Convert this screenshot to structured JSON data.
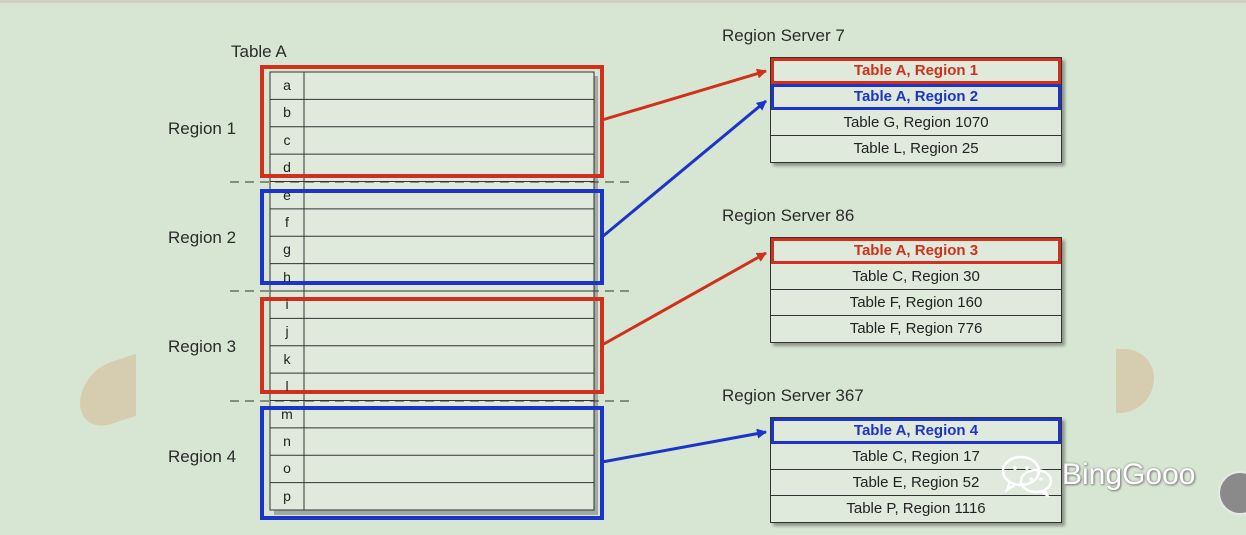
{
  "table": {
    "title": "Table A",
    "rows": [
      "a",
      "b",
      "c",
      "d",
      "e",
      "f",
      "g",
      "h",
      "i",
      "j",
      "k",
      "l",
      "m",
      "n",
      "o",
      "p"
    ]
  },
  "regions": [
    {
      "label": "Region 1",
      "color": "#d0301c"
    },
    {
      "label": "Region 2",
      "color": "#1c34c8"
    },
    {
      "label": "Region 3",
      "color": "#d0301c"
    },
    {
      "label": "Region 4",
      "color": "#1c34c8"
    }
  ],
  "servers": [
    {
      "title": "Region Server 7",
      "rows": [
        {
          "text": "Table A, Region 1",
          "highlight": "red"
        },
        {
          "text": "Table A, Region 2",
          "highlight": "blue"
        },
        {
          "text": "Table G, Region 1070",
          "highlight": ""
        },
        {
          "text": "Table L, Region 25",
          "highlight": ""
        }
      ]
    },
    {
      "title": "Region Server 86",
      "rows": [
        {
          "text": "Table A, Region 3",
          "highlight": "red"
        },
        {
          "text": "Table C, Region 30",
          "highlight": ""
        },
        {
          "text": "Table F, Region 160",
          "highlight": ""
        },
        {
          "text": "Table F, Region 776",
          "highlight": ""
        }
      ]
    },
    {
      "title": "Region Server 367",
      "rows": [
        {
          "text": "Table A, Region 4",
          "highlight": "blue"
        },
        {
          "text": "Table C, Region 17",
          "highlight": ""
        },
        {
          "text": "Table E, Region 52",
          "highlight": ""
        },
        {
          "text": "Table P, Region 1116",
          "highlight": ""
        }
      ]
    }
  ],
  "watermark": {
    "text": "BingGooo",
    "icon": "wechat-icon"
  },
  "colors": {
    "red": "#d0301c",
    "blue": "#1c34c8",
    "background": "#d7e6d2"
  }
}
